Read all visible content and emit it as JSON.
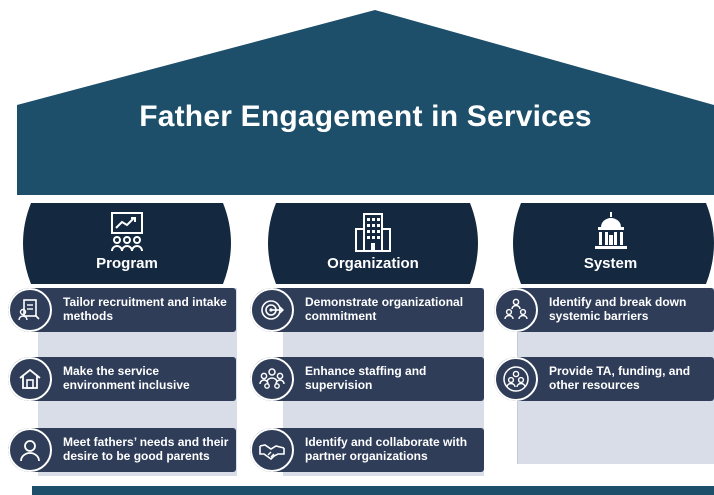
{
  "title": "Father Engagement in Services",
  "colors": {
    "roof": "#1d4f6a",
    "pillar": "#14283f",
    "item": "#2f3d59",
    "column_fill": "#d8dde7"
  },
  "pillars": [
    {
      "label": "Program",
      "icon": "chart-people-icon",
      "items": [
        {
          "icon": "document-person-icon",
          "text": "Tailor recruitment and intake methods"
        },
        {
          "icon": "house-icon",
          "text": "Make the service environment inclusive"
        },
        {
          "icon": "person-icon",
          "text": "Meet fathers’ needs and their desire to be good parents"
        }
      ]
    },
    {
      "label": "Organization",
      "icon": "building-icon",
      "items": [
        {
          "icon": "target-icon",
          "text": "Demonstrate organizational commitment"
        },
        {
          "icon": "team-icon",
          "text": "Enhance staffing and supervision"
        },
        {
          "icon": "handshake-icon",
          "text": "Identify and collaborate with partner organizations"
        }
      ]
    },
    {
      "label": "System",
      "icon": "capitol-icon",
      "items": [
        {
          "icon": "hierarchy-people-icon",
          "text": "Identify and break down systemic barriers"
        },
        {
          "icon": "group-circle-icon",
          "text": "Provide TA, funding, and other resources"
        }
      ]
    }
  ]
}
